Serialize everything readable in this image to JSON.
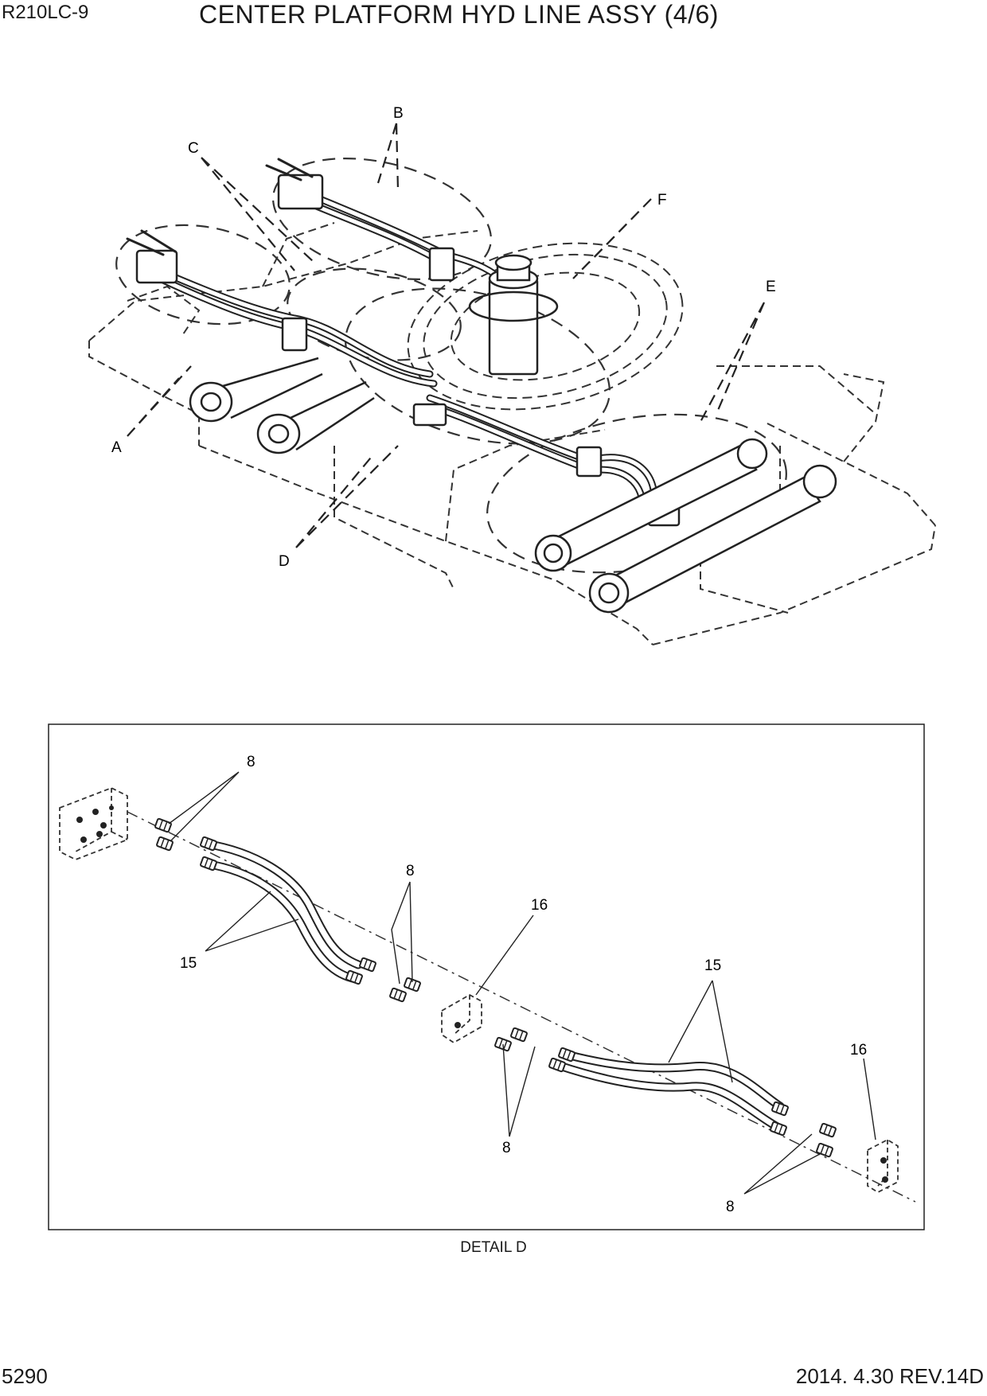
{
  "header": {
    "model": "R210LC-9",
    "title": "CENTER PLATFORM HYD LINE ASSY (4/6)"
  },
  "overview": {
    "callouts": [
      "A",
      "B",
      "C",
      "D",
      "E",
      "F"
    ]
  },
  "detail": {
    "caption": "DETAIL D",
    "part_labels": {
      "fitting_top_left": "8",
      "fitting_center_upper": "8",
      "block_upper": "16",
      "hose_left": "15",
      "hose_right": "15",
      "block_right": "16",
      "fitting_center_lower": "8",
      "fitting_bottom_right": "8"
    }
  },
  "footer": {
    "page_number": "5290",
    "revision": "2014. 4.30  REV.14D"
  }
}
